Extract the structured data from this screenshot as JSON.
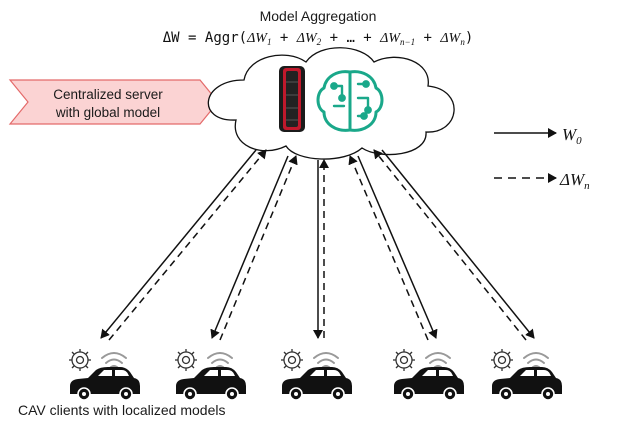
{
  "header": {
    "title": "Model Aggregation",
    "formula": {
      "lhs": "ΔW",
      "op": " = ",
      "fn": "Aggr",
      "t1_base": "ΔW",
      "t1_sub": "1",
      "plus": " + ",
      "t2_base": "ΔW",
      "t2_sub": "2",
      "ellipsis": " … ",
      "t3_base": "ΔW",
      "t3_sub": "n−1",
      "t4_base": "ΔW",
      "t4_sub": "n",
      "open": "(",
      "close": ")"
    }
  },
  "server_label": {
    "line1": "Centralized server",
    "line2": "with global model"
  },
  "legend": {
    "solid": {
      "base": "W",
      "sub": "0"
    },
    "dashed": {
      "base": "ΔW",
      "sub": "n"
    }
  },
  "clients_label": "CAV clients with localized models",
  "clients": [
    {
      "id": "client-1"
    },
    {
      "id": "client-2"
    },
    {
      "id": "client-3"
    },
    {
      "id": "client-4"
    },
    {
      "id": "client-5"
    }
  ],
  "colors": {
    "server_tag_fill": "#fbd3d3",
    "server_tag_stroke": "#e46a6a",
    "brain_icon": "#1aa88a",
    "server_rack": "#c0192c",
    "line": "#111111"
  },
  "icons": {
    "server": "server-rack-icon",
    "brain": "ai-brain-circuit-icon",
    "ai_chip": "ai-chip-icon",
    "wifi": "wifi-icon",
    "car": "car-icon"
  }
}
